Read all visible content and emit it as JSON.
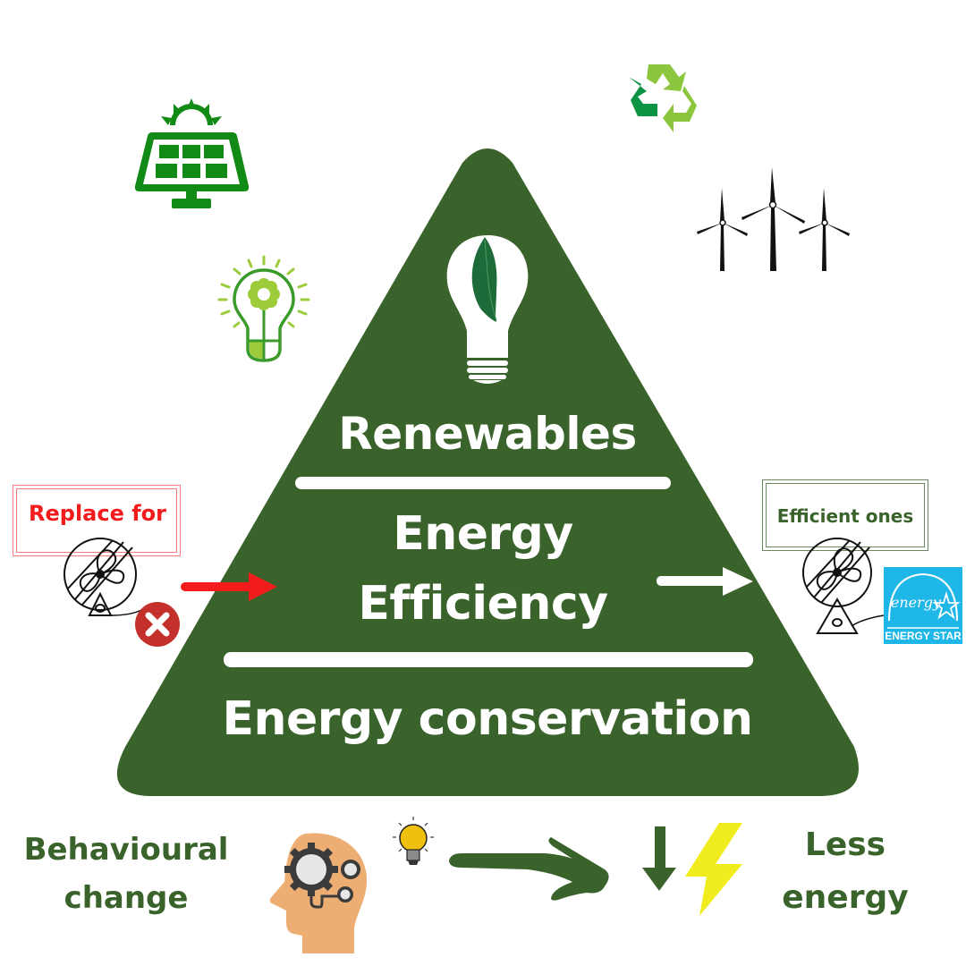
{
  "colors": {
    "pyramid": "#3a632b",
    "text_green": "#3a632b",
    "replace_red": "#f31b1b",
    "energy_star_blue": "#1fb6e8",
    "bolt_yellow": "#f0ec1e",
    "solar_green": "#118a16",
    "recycle_light": "#8cc63f",
    "recycle_dark": "#0c9444",
    "head_skin": "#ecae72"
  },
  "pyramid": {
    "tiers": [
      {
        "label": "Renewables"
      },
      {
        "label_line1": "Energy",
        "label_line2": "Efficiency"
      },
      {
        "label": "Energy conservation"
      }
    ],
    "top_icon": "leaf-lightbulb-icon"
  },
  "left_callout": {
    "label": "Replace for",
    "icon": "old-fan-icon",
    "badge_icon": "red-x-icon"
  },
  "right_callout": {
    "label": "Efficient ones",
    "icon": "efficient-fan-icon",
    "badge": {
      "script": "energy",
      "label": "ENERGY STAR"
    }
  },
  "decor_icons": [
    "solar-panel-icon",
    "eco-lightbulb-icon",
    "recycle-icon",
    "wind-turbines-icon"
  ],
  "bottom": {
    "left_label_line1": "Behavioural",
    "left_label_line2": "change",
    "right_label_line1": "Less",
    "right_label_line2": "energy",
    "icons": [
      "head-gears-icon",
      "idea-bulb-icon",
      "curved-arrow-icon",
      "down-arrow-icon",
      "lightning-bolt-icon"
    ]
  }
}
